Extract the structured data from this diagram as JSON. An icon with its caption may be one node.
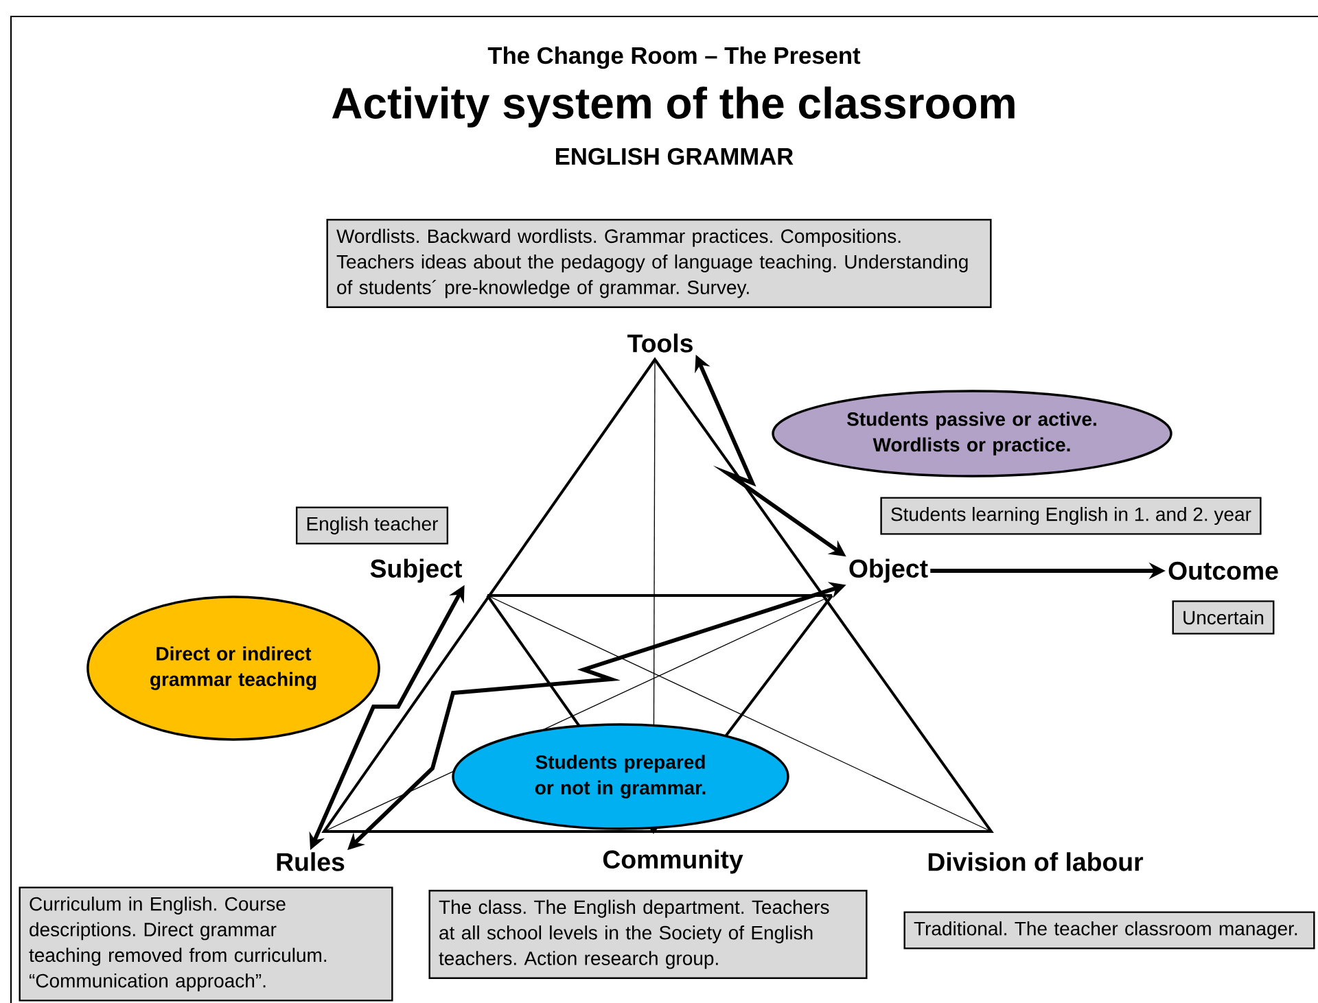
{
  "diagram": {
    "title": "Activity system of the classroom",
    "nodes": [
      {
        "text": [
          "Wordlists. Backward wordlists. Grammar practices. Compositions. Teachers ideas about the pedagogy of language teaching. Understanding of students´ pre-knowledge of grammar. Survey."
        ]
      },
      {
        "text": [
          "Tools"
        ]
      },
      {
        "text": [
          "Students passive or active. Wordlists or practice."
        ]
      },
      {
        "text": [
          "English teacher"
        ]
      },
      {
        "text": [
          "Students learning English in 1. and 2. year"
        ]
      },
      {
        "text": [
          "Subject"
        ]
      },
      {
        "text": [
          "Object"
        ]
      },
      {
        "text": [
          "Outcome"
        ]
      },
      {
        "text": [
          "Uncertain"
        ]
      },
      {
        "text": [
          "Direct or indirect grammar teaching"
        ]
      },
      {
        "text": [
          "Students prepared or not in grammar."
        ]
      },
      {
        "text": [
          "Rules"
        ]
      },
      {
        "text": [
          "Community"
        ]
      },
      {
        "text": [
          "Division of labour"
        ]
      },
      {
        "text": [
          "Curriculum in English. Course descriptions. Direct grammar teaching removed from curriculum. “Communication approach”."
        ]
      },
      {
        "text": [
          "The class. The English department. Teachers at all school levels in the Society of English teachers. Action research group."
        ]
      },
      {
        "text": [
          "Traditional. The teacher classroom manager."
        ]
      }
    ],
    "edges": [
      {
        "from": 1,
        "to": 6,
        "arrow": "both"
      },
      {
        "from": 5,
        "to": 11,
        "arrow": "both"
      },
      {
        "from": 11,
        "to": 6,
        "arrow": "both"
      },
      {
        "from": 6,
        "to": 7,
        "arrow": "to"
      }
    ],
    "labels": [
      "The Change Room – The Present",
      "ENGLISH GRAMMAR"
    ]
  }
}
